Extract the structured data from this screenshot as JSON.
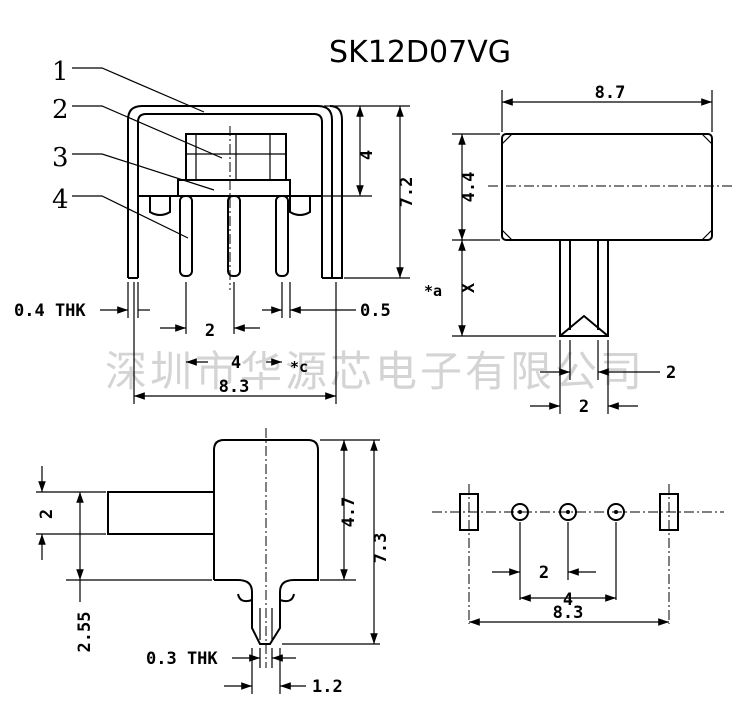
{
  "title": "SK12D07VG",
  "watermark": "深圳市华源芯电子有限公司",
  "callouts": [
    "1",
    "2",
    "3",
    "4"
  ],
  "front_view": {
    "thk": "0.4 THK",
    "pitch_small": "2",
    "pitch_mid": "4",
    "overall": "8.3",
    "pin_gap": "0.5",
    "height_top": "4",
    "height_total": "7.2",
    "note_c": "*c"
  },
  "top_view": {
    "width": "8.7",
    "height": "4.4",
    "lever_travel": "X",
    "note_a": "*a",
    "lever_width": "2",
    "lever_offset": "2"
  },
  "side_view": {
    "lever_height": "2",
    "lever_offset": "2.55",
    "body_height": "4.7",
    "total_height": "7.3",
    "thk": "0.3 THK",
    "pin_width": "1.2"
  },
  "pcb_view": {
    "pitch_small": "2",
    "pitch_mid": "4",
    "overall": "8.3"
  }
}
